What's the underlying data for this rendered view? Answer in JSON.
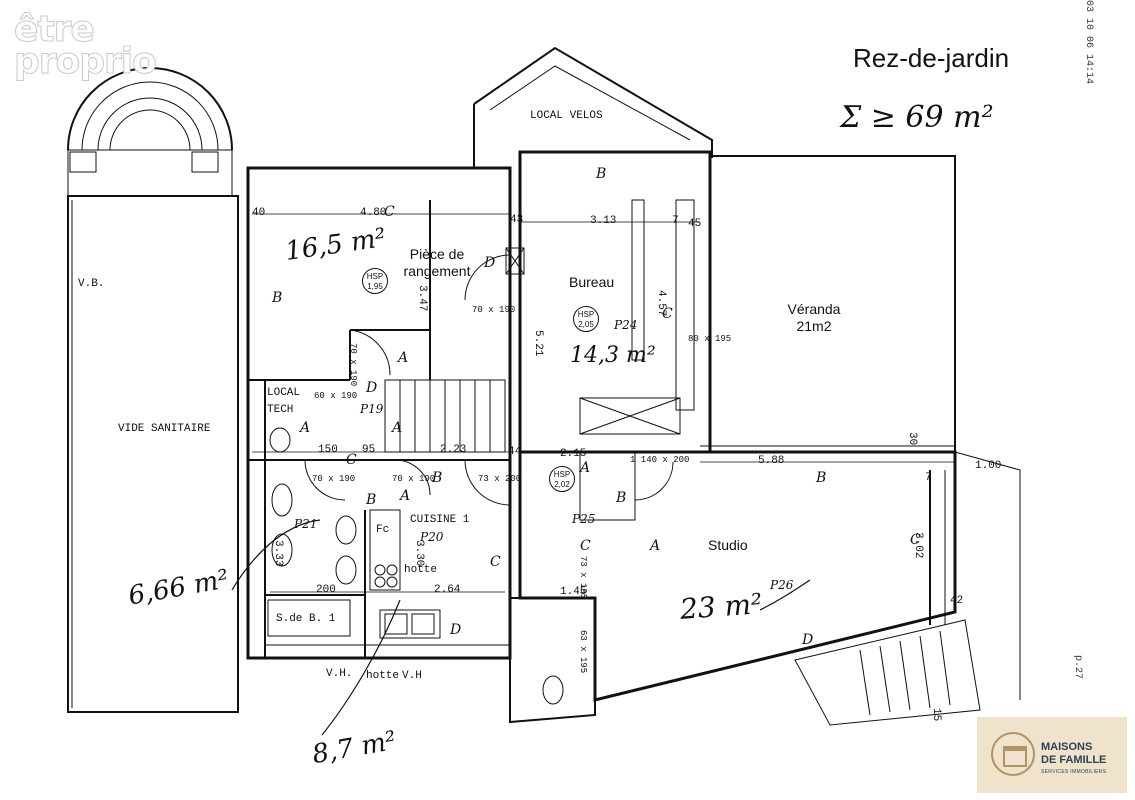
{
  "watermark": {
    "line1": "être",
    "line2": "proprio"
  },
  "title": "Rez-de-jardin",
  "stamp": "03 10 06 14:14",
  "page_number": "p.27",
  "total_area_note": "Σ ≥ 69 m²",
  "rooms": {
    "local_velos": "LOCAL VELOS",
    "piece_de_rangement": "Pièce de\nrangement",
    "bureau": "Bureau",
    "veranda": "Véranda\n21m2",
    "local_tech": "LOCAL\nTECH",
    "vide_sanitaire": "VIDE SANITAIRE",
    "cuisine": "CUISINE 1",
    "studio": "Studio",
    "salle_de_bain": "S.de B. 1"
  },
  "handwritten_areas": {
    "rangement": "16,5 m²",
    "bureau": "14,3 m²",
    "studio": "23 m²",
    "vide_sanitaire": "6,66 m²",
    "cuisine": "8,7 m²"
  },
  "hsp_markers": [
    {
      "label": "HSP",
      "value": "1,95"
    },
    {
      "label": "HSP",
      "value": "2,05"
    },
    {
      "label": "HSP",
      "value": "2,02"
    }
  ],
  "dimensions": {
    "d_480": "4.80",
    "d_313": "3.13",
    "d_457": "4.57",
    "d_347": "3.47",
    "d_521": "5.21",
    "d_588": "5.88",
    "d_100": "1.00",
    "d_302": "3.02",
    "d_223": "2.23",
    "d_215": "2.15",
    "d_150": "150",
    "d_95": "95",
    "d_264": "2.64",
    "d_200": "200",
    "d_333": "3.33",
    "d_330": "3.30",
    "d_145": "1.45",
    "d_40": "40",
    "d_43": "43",
    "d_30": "30",
    "d_44": "44",
    "d_42": "42",
    "d_15": "15",
    "d_7a": "7",
    "d_7b": "7",
    "d_45": "45"
  },
  "doors": {
    "door_70x190_a": "70 x 190",
    "door_70x190_b": "70 x 190",
    "door_60x190": "60 x 190",
    "door_70x190_c": "70 x 190",
    "door_73x200": "73 x 200",
    "door_140x200": "1 140 x 200",
    "door_80x195": "80 x 195",
    "door_73x195": "73 x 195",
    "door_63x195": "63 x 195",
    "door_70x190_d": "70 x 190"
  },
  "annotations": {
    "vb": "V.B.",
    "vh_left": "V.H.",
    "hotte_bottom": "hotte",
    "vh_right": "V.H",
    "hotte_kitchen": "hotte",
    "fc": "Fc",
    "p20": "P20",
    "p24": "P24",
    "p26": "P26",
    "p25": "P25",
    "p19": "P19",
    "p21": "P21",
    "a1": "A",
    "a2": "A",
    "a3": "A",
    "a4": "A",
    "a5": "A",
    "a6": "A",
    "b1": "B",
    "b2": "B",
    "b3": "B",
    "b4": "B",
    "b5": "B",
    "b6": "B",
    "c1": "C",
    "c2": "C",
    "c3": "C",
    "c4": "C",
    "c5": "C",
    "c6": "C",
    "d1": "D",
    "d2": "D",
    "d3": "D",
    "d4": "D"
  },
  "logo": {
    "brand_line1": "MAISONS",
    "brand_line2": "DE FAMILLE",
    "tagline": "SERVICES IMMOBILIERS"
  }
}
